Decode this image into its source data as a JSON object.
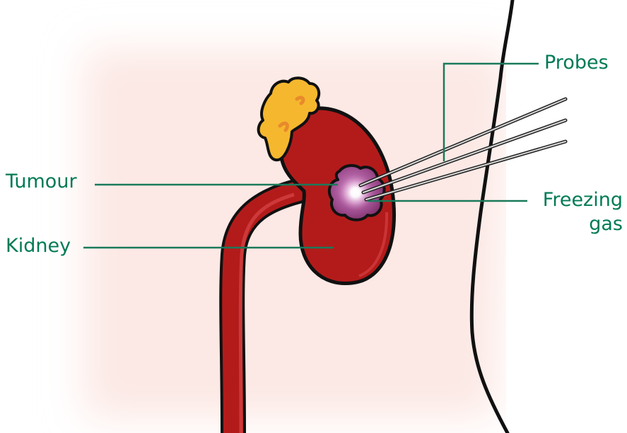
{
  "labels": {
    "probes": "Probes",
    "tumour": "Tumour",
    "kidney": "Kidney",
    "freezing_gas_line1": "Freezing",
    "freezing_gas_line2": "gas"
  },
  "colors": {
    "label_text": "#007a55",
    "leader_line": "#1a7a5a",
    "skin_fill": "#fce8e4",
    "body_outline": "#111111",
    "kidney_fill": "#b31b1b",
    "adrenal_fill": "#f5b72e",
    "tumour_fill": "#8c3d7a",
    "freezing_glow": "#ffffff",
    "probe_color": "#777777"
  }
}
